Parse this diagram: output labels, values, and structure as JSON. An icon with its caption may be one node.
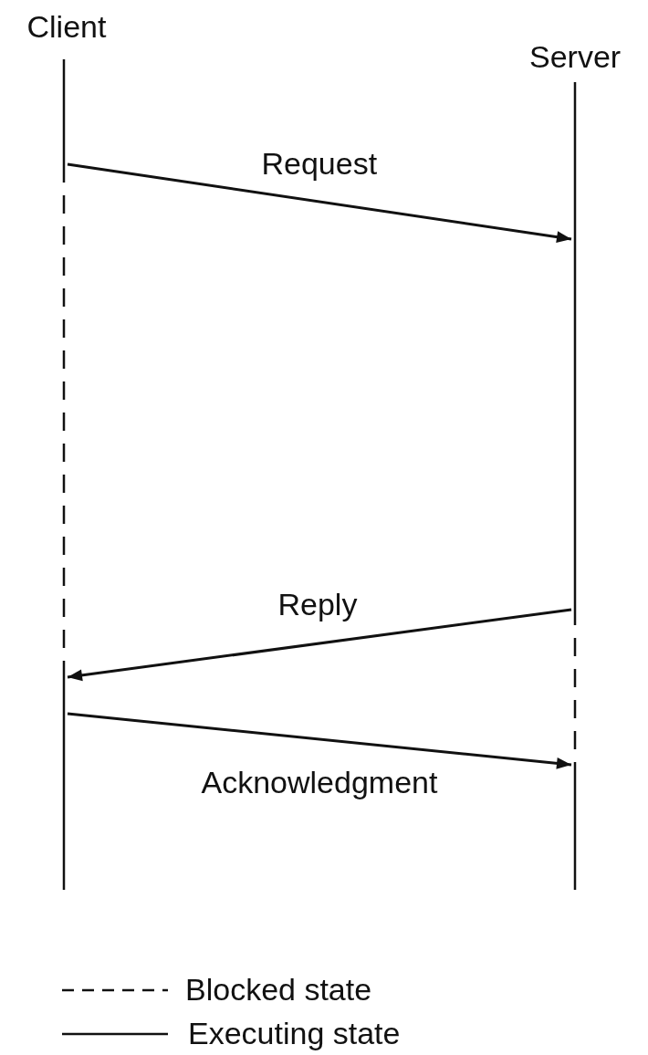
{
  "diagram": {
    "nodes": [
      {
        "text": [],
        "shape": "bar",
        "beside": [
          "Client"
        ]
      },
      {
        "text": [],
        "shape": "bar",
        "beside": [
          "Server"
        ]
      }
    ],
    "edges": [
      {
        "from": 0,
        "to": 1,
        "arrow": "to",
        "label": "Request"
      },
      {
        "from": 1,
        "to": 0,
        "arrow": "to",
        "label": "Reply"
      },
      {
        "from": 0,
        "to": 1,
        "arrow": "to",
        "label": "Acknowledgment"
      }
    ],
    "legend": [
      {
        "text": "Blocked state"
      },
      {
        "text": "Executing state"
      }
    ]
  }
}
